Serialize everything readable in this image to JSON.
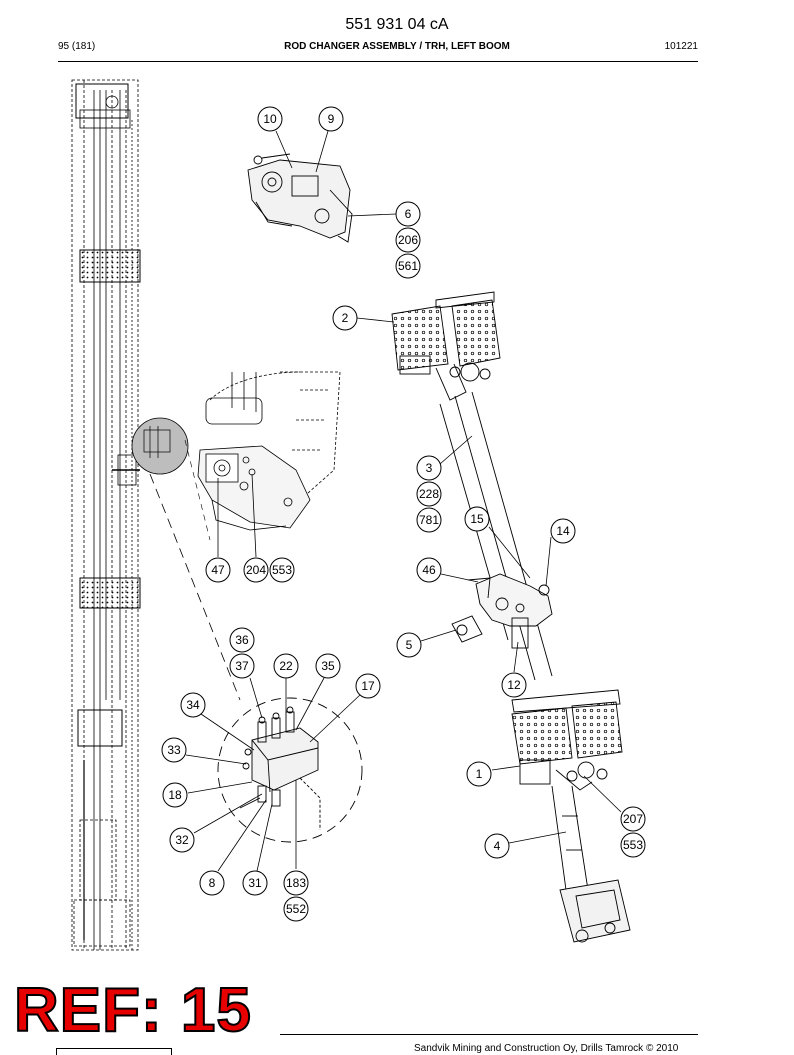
{
  "header": {
    "document_number": "551 931 04 cA",
    "page": "95 (181)",
    "title": "ROD CHANGER ASSEMBLY / TRH, LEFT BOOM",
    "date_code": "101221"
  },
  "callouts": [
    {
      "id": "c10",
      "label": "10"
    },
    {
      "id": "c9",
      "label": "9"
    },
    {
      "id": "c6",
      "label": "6"
    },
    {
      "id": "c206",
      "label": "206"
    },
    {
      "id": "c561",
      "label": "561"
    },
    {
      "id": "c2",
      "label": "2"
    },
    {
      "id": "c3",
      "label": "3"
    },
    {
      "id": "c228",
      "label": "228"
    },
    {
      "id": "c781",
      "label": "781"
    },
    {
      "id": "c15",
      "label": "15"
    },
    {
      "id": "c14",
      "label": "14"
    },
    {
      "id": "c47",
      "label": "47"
    },
    {
      "id": "c204",
      "label": "204"
    },
    {
      "id": "c553a",
      "label": "553"
    },
    {
      "id": "c46",
      "label": "46"
    },
    {
      "id": "c5",
      "label": "5"
    },
    {
      "id": "c12",
      "label": "12"
    },
    {
      "id": "c36",
      "label": "36"
    },
    {
      "id": "c37",
      "label": "37"
    },
    {
      "id": "c22",
      "label": "22"
    },
    {
      "id": "c35",
      "label": "35"
    },
    {
      "id": "c17",
      "label": "17"
    },
    {
      "id": "c34",
      "label": "34"
    },
    {
      "id": "c33",
      "label": "33"
    },
    {
      "id": "c18",
      "label": "18"
    },
    {
      "id": "c32",
      "label": "32"
    },
    {
      "id": "c8",
      "label": "8"
    },
    {
      "id": "c31",
      "label": "31"
    },
    {
      "id": "c183",
      "label": "183"
    },
    {
      "id": "c552",
      "label": "552"
    },
    {
      "id": "c1",
      "label": "1"
    },
    {
      "id": "c207",
      "label": "207"
    },
    {
      "id": "c553b",
      "label": "553"
    },
    {
      "id": "c4",
      "label": "4"
    }
  ],
  "stamp": {
    "text": "REF: 15",
    "color": "#e60000"
  },
  "footer": {
    "copyright": "Sandvik Mining and Construction Oy, Drills Tamrock © 2010"
  }
}
